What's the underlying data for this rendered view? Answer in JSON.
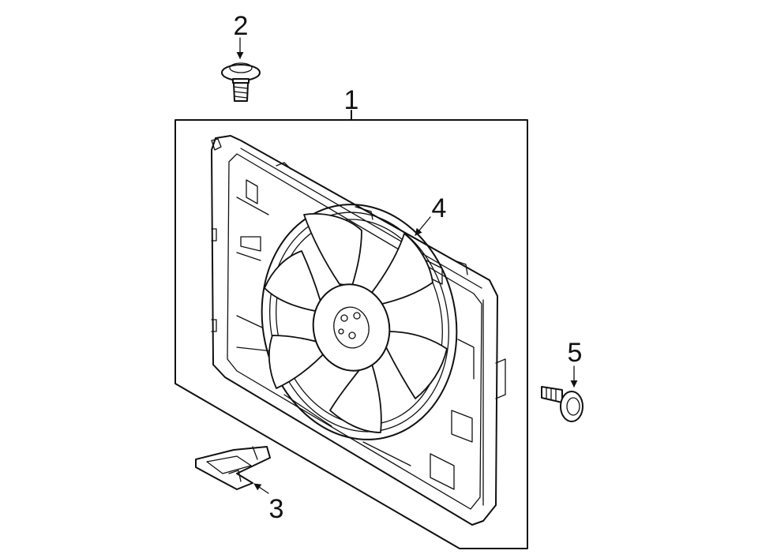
{
  "callouts": [
    {
      "id": "1",
      "label": "1",
      "part": "fan-shroud-assembly"
    },
    {
      "id": "2",
      "label": "2",
      "part": "bolt"
    },
    {
      "id": "3",
      "label": "3",
      "part": "bracket"
    },
    {
      "id": "4",
      "label": "4",
      "part": "clip"
    },
    {
      "id": "5",
      "label": "5",
      "part": "bolt"
    }
  ],
  "colors": {
    "line": "#111111",
    "background": "#ffffff"
  }
}
